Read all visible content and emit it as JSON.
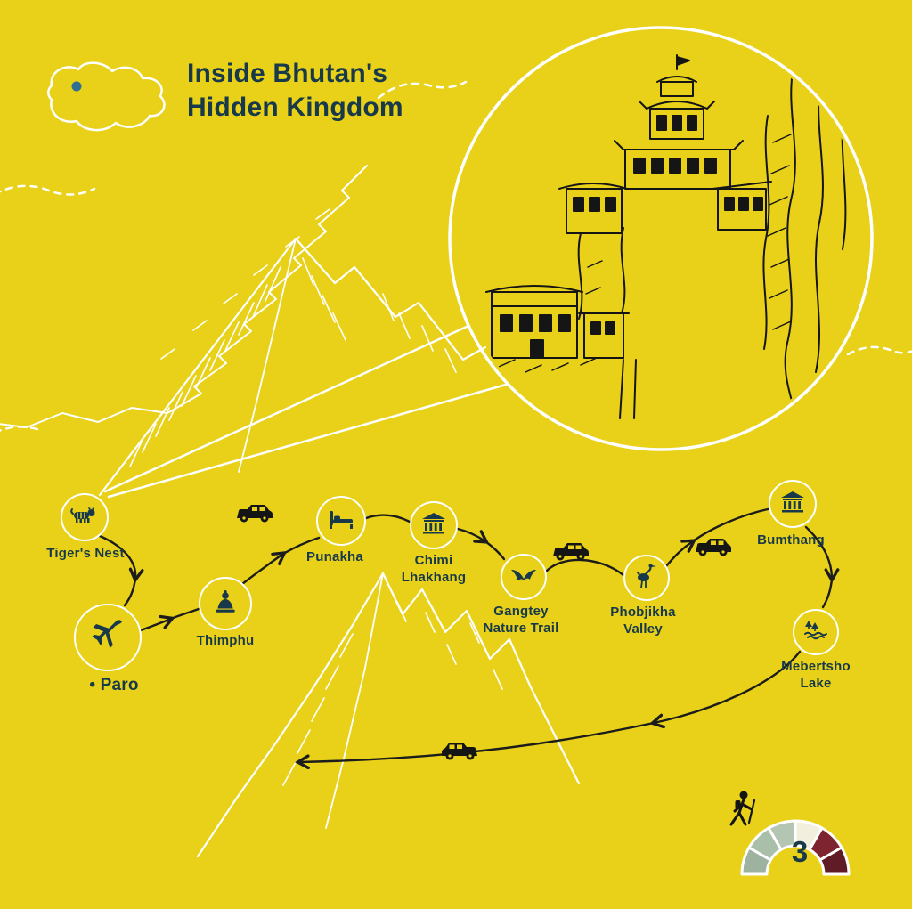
{
  "title": {
    "line1": "Inside Bhutan's",
    "line2": "Hidden Kingdom"
  },
  "colors": {
    "background": "#e8d118",
    "ink": "#17394a",
    "route": "#1c1c1c",
    "line_art": "#ffffff",
    "location_dot": "#2f6f91"
  },
  "stops": [
    {
      "label": "Tiger's Nest",
      "icon": "tiger-icon"
    },
    {
      "label": "• Paro",
      "icon": "airplane-icon"
    },
    {
      "label": "Thimphu",
      "icon": "buddha-statue-icon"
    },
    {
      "label": "Punakha",
      "icon": "bed-icon"
    },
    {
      "label": "Chimi Lhakhang",
      "icon": "temple-icon"
    },
    {
      "label": "Gangtey Nature Trail",
      "icon": "flying-bird-icon"
    },
    {
      "label": "Phobjikha Valley",
      "icon": "crane-icon"
    },
    {
      "label": "Bumthang",
      "icon": "temple-icon"
    },
    {
      "label": "Mebertsho Lake",
      "icon": "lake-trees-icon"
    }
  ],
  "vehicles": {
    "icon": "jeep-icon",
    "count": 4
  },
  "inset": {
    "icon": "monastery-sketch"
  },
  "gauge": {
    "value": "3",
    "icon": "hiker-icon",
    "segments": [
      "#9db3a0",
      "#a9bfaa",
      "#b4c6b2",
      "#f3efdf",
      "#7e2430",
      "#5f1b26"
    ]
  }
}
